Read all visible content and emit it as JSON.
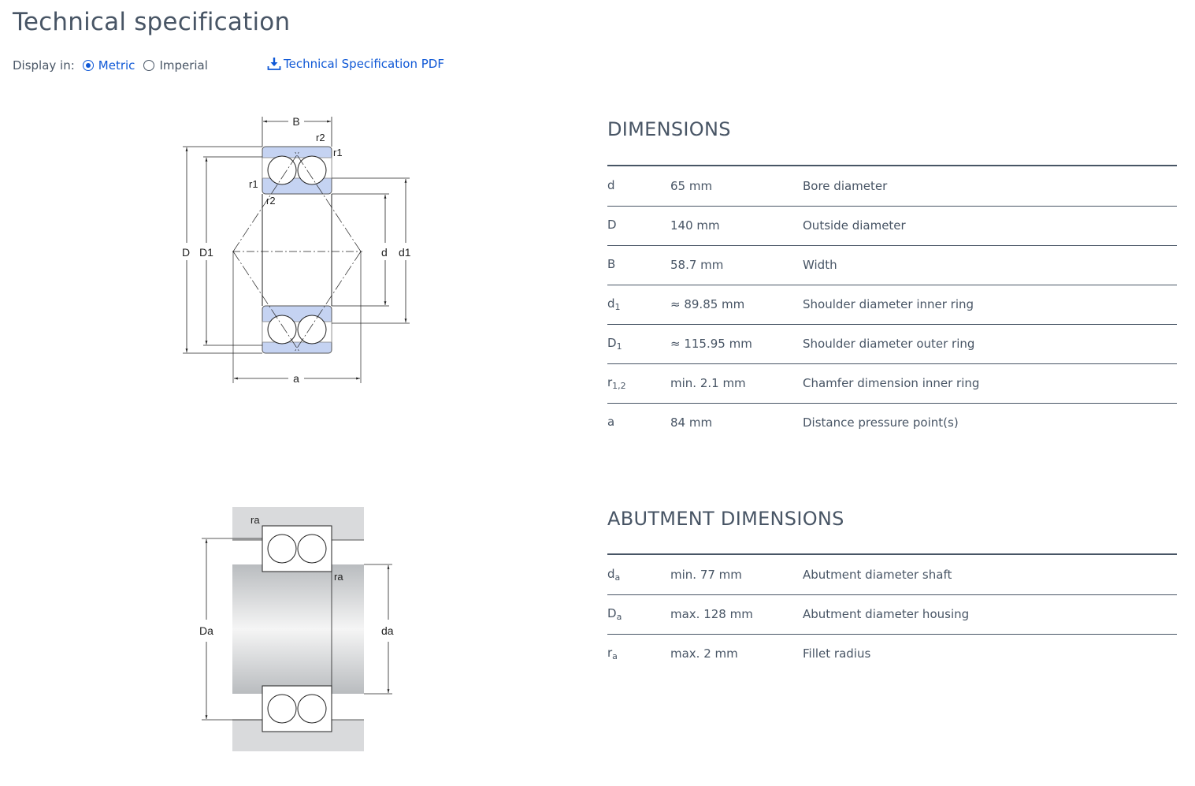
{
  "title": "Technical specification",
  "display": {
    "label": "Display in:",
    "options": [
      {
        "label": "Metric",
        "selected": true
      },
      {
        "label": "Imperial",
        "selected": false
      }
    ]
  },
  "pdf_link": {
    "label": "Technical Specification PDF",
    "icon": "download-icon"
  },
  "colors": {
    "accent": "#0f58d6",
    "text": "#485565",
    "ring_fill": "#c5d3f2"
  },
  "drawings": {
    "bearing": {
      "labels": {
        "B": "B",
        "r2_top": "r2",
        "r1_top": "r1",
        "r1_side": "r1",
        "r2_side": "r2",
        "D": "D",
        "D1": "D1",
        "d": "d",
        "d1": "d1",
        "a": "a"
      }
    },
    "abutment": {
      "labels": {
        "ra_top": "ra",
        "ra_side": "ra",
        "Da": "Da",
        "da": "da"
      }
    }
  },
  "dimensions": {
    "title": "DIMENSIONS",
    "rows": [
      {
        "symbol": "d",
        "sub": "",
        "value": "65 mm",
        "description": "Bore diameter"
      },
      {
        "symbol": "D",
        "sub": "",
        "value": "140 mm",
        "description": "Outside diameter"
      },
      {
        "symbol": "B",
        "sub": "",
        "value": "58.7 mm",
        "description": "Width"
      },
      {
        "symbol": "d",
        "sub": "1",
        "value": "≈ 89.85 mm",
        "description": "Shoulder diameter inner ring"
      },
      {
        "symbol": "D",
        "sub": "1",
        "value": "≈ 115.95 mm",
        "description": "Shoulder diameter outer ring"
      },
      {
        "symbol": "r",
        "sub": "1,2",
        "value": "min. 2.1 mm",
        "description": "Chamfer dimension inner ring"
      },
      {
        "symbol": "a",
        "sub": "",
        "value": "84 mm",
        "description": "Distance pressure point(s)"
      }
    ]
  },
  "abutment": {
    "title": "ABUTMENT DIMENSIONS",
    "rows": [
      {
        "symbol": "d",
        "sub": "a",
        "value": "min. 77 mm",
        "description": "Abutment diameter shaft"
      },
      {
        "symbol": "D",
        "sub": "a",
        "value": "max. 128 mm",
        "description": "Abutment diameter housing"
      },
      {
        "symbol": "r",
        "sub": "a",
        "value": "max. 2 mm",
        "description": "Fillet radius"
      }
    ]
  }
}
